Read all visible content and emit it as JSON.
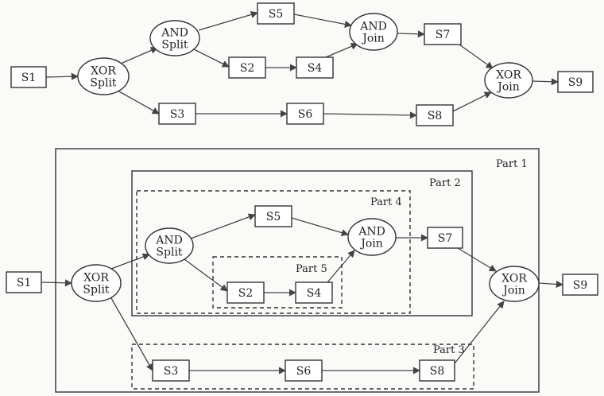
{
  "diagram_top": {
    "nodes": [
      {
        "id": "S1",
        "lines": [
          "S1"
        ]
      },
      {
        "id": "XORS",
        "lines": [
          "XOR",
          "Split"
        ]
      },
      {
        "id": "ANDS",
        "lines": [
          "AND",
          "Split"
        ]
      },
      {
        "id": "S5",
        "lines": [
          "S5"
        ]
      },
      {
        "id": "S2",
        "lines": [
          "S2"
        ]
      },
      {
        "id": "S4",
        "lines": [
          "S4"
        ]
      },
      {
        "id": "ANDJ",
        "lines": [
          "AND",
          "Join"
        ]
      },
      {
        "id": "S7",
        "lines": [
          "S7"
        ]
      },
      {
        "id": "S3",
        "lines": [
          "S3"
        ]
      },
      {
        "id": "S6",
        "lines": [
          "S6"
        ]
      },
      {
        "id": "S8",
        "lines": [
          "S8"
        ]
      },
      {
        "id": "XORJ",
        "lines": [
          "XOR",
          "Join"
        ]
      },
      {
        "id": "S9",
        "lines": [
          "S9"
        ]
      }
    ]
  },
  "diagram_bottom": {
    "parts": [
      "Part 1",
      "Part 2",
      "Part 3",
      "Part 4",
      "Part 5"
    ],
    "nodes": [
      {
        "id": "S1",
        "lines": [
          "S1"
        ]
      },
      {
        "id": "XORS",
        "lines": [
          "XOR",
          "Split"
        ]
      },
      {
        "id": "ANDS",
        "lines": [
          "AND",
          "Split"
        ]
      },
      {
        "id": "S5",
        "lines": [
          "S5"
        ]
      },
      {
        "id": "S2",
        "lines": [
          "S2"
        ]
      },
      {
        "id": "S4",
        "lines": [
          "S4"
        ]
      },
      {
        "id": "ANDJ",
        "lines": [
          "AND",
          "Join"
        ]
      },
      {
        "id": "S7",
        "lines": [
          "S7"
        ]
      },
      {
        "id": "S3",
        "lines": [
          "S3"
        ]
      },
      {
        "id": "S6",
        "lines": [
          "S6"
        ]
      },
      {
        "id": "S8",
        "lines": [
          "S8"
        ]
      },
      {
        "id": "XORJ",
        "lines": [
          "XOR",
          "Join"
        ]
      },
      {
        "id": "S9",
        "lines": [
          "S9"
        ]
      }
    ]
  }
}
